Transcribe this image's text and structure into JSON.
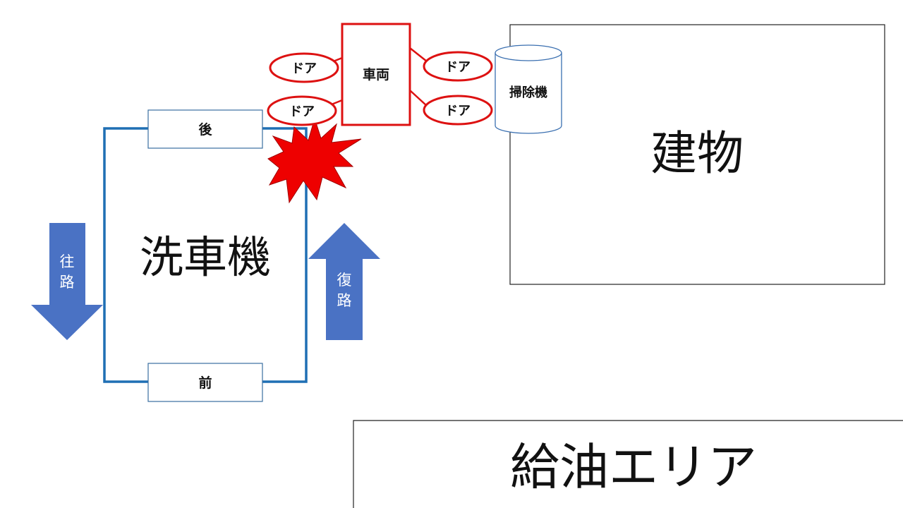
{
  "car_wash": {
    "label": "洗車機",
    "rear_label": "後",
    "front_label": "前",
    "outbound_label": [
      "往",
      "路"
    ],
    "return_label": [
      "復",
      "路"
    ]
  },
  "vehicle": {
    "label": "車両",
    "doors": [
      "ドア",
      "ドア",
      "ドア",
      "ドア"
    ]
  },
  "vacuum": {
    "label": "掃除機"
  },
  "building": {
    "label": "建物"
  },
  "fuel_area": {
    "label": "給油エリア"
  },
  "colors": {
    "washer_line": "#1f6fb4",
    "arrow_fill": "#4a72c4",
    "vehicle_red": "#dd1111",
    "collision_fill": "#ee0000",
    "vacuum_stroke": "#3a6fb0",
    "outline_dark": "#222222"
  },
  "icons": {
    "collision": "explosion-burst-icon",
    "vacuum": "cylinder-icon",
    "outbound": "arrow-down-icon",
    "return": "arrow-up-icon"
  }
}
